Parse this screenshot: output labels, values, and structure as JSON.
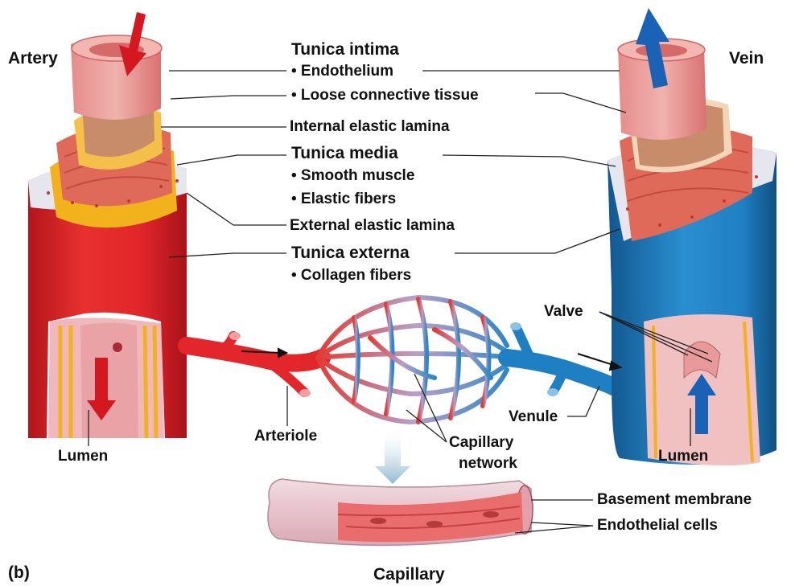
{
  "figure_tag": "(b)",
  "labels": {
    "artery": "Artery",
    "vein": "Vein",
    "tunica_intima": "Tunica intima",
    "endothelium": "• Endothelium",
    "loose_connective": "• Loose connective tissue",
    "internal_elastic": "Internal elastic lamina",
    "tunica_media": "Tunica media",
    "smooth_muscle": "• Smooth muscle",
    "elastic_fibers": "• Elastic fibers",
    "external_elastic": "External elastic lamina",
    "tunica_externa": "Tunica externa",
    "collagen_fibers": "• Collagen fibers",
    "valve": "Valve",
    "venule": "Venule",
    "arteriole": "Arteriole",
    "capillary_network_1": "Capillary",
    "capillary_network_2": "network",
    "lumen_left": "Lumen",
    "lumen_right": "Lumen",
    "basement_membrane": "Basement membrane",
    "endothelial_cells": "Endothelial cells",
    "capillary": "Capillary"
  },
  "colors": {
    "artery_red": "#e2262b",
    "artery_dark": "#b5161c",
    "vein_blue": "#1f7fc3",
    "vein_dark": "#145a92",
    "intima_pink": "#e9a0a0",
    "connective_tan": "#c98c6a",
    "elastic_yellow": "#f2b21c",
    "muscle_red": "#e06a5a",
    "externa_gray": "#e4e4ec",
    "arrow_red": "#d3181f",
    "arrow_blue": "#1a62b5",
    "leader": "#222222"
  }
}
